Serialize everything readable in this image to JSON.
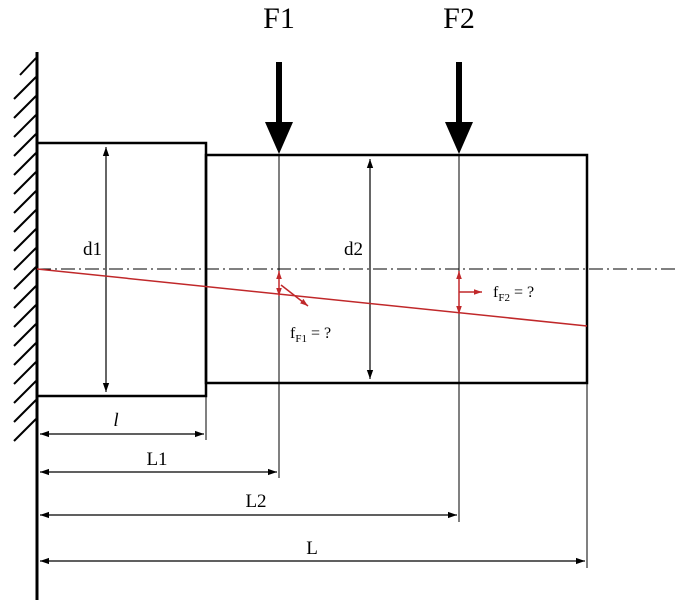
{
  "forces": {
    "f1": "F1",
    "f2": "F2"
  },
  "diameters": {
    "d1": "d1",
    "d2": "d2"
  },
  "dimensions": {
    "l": "l",
    "L1": "L1",
    "L2": "L2",
    "L": "L"
  },
  "deflections": {
    "f1": {
      "main": "f",
      "sub": "F1",
      "suffix": " = ?"
    },
    "f2": {
      "main": "f",
      "sub": "F2",
      "suffix": " = ?"
    }
  },
  "colors": {
    "line": "#000000",
    "deflection": "#c0282a"
  }
}
